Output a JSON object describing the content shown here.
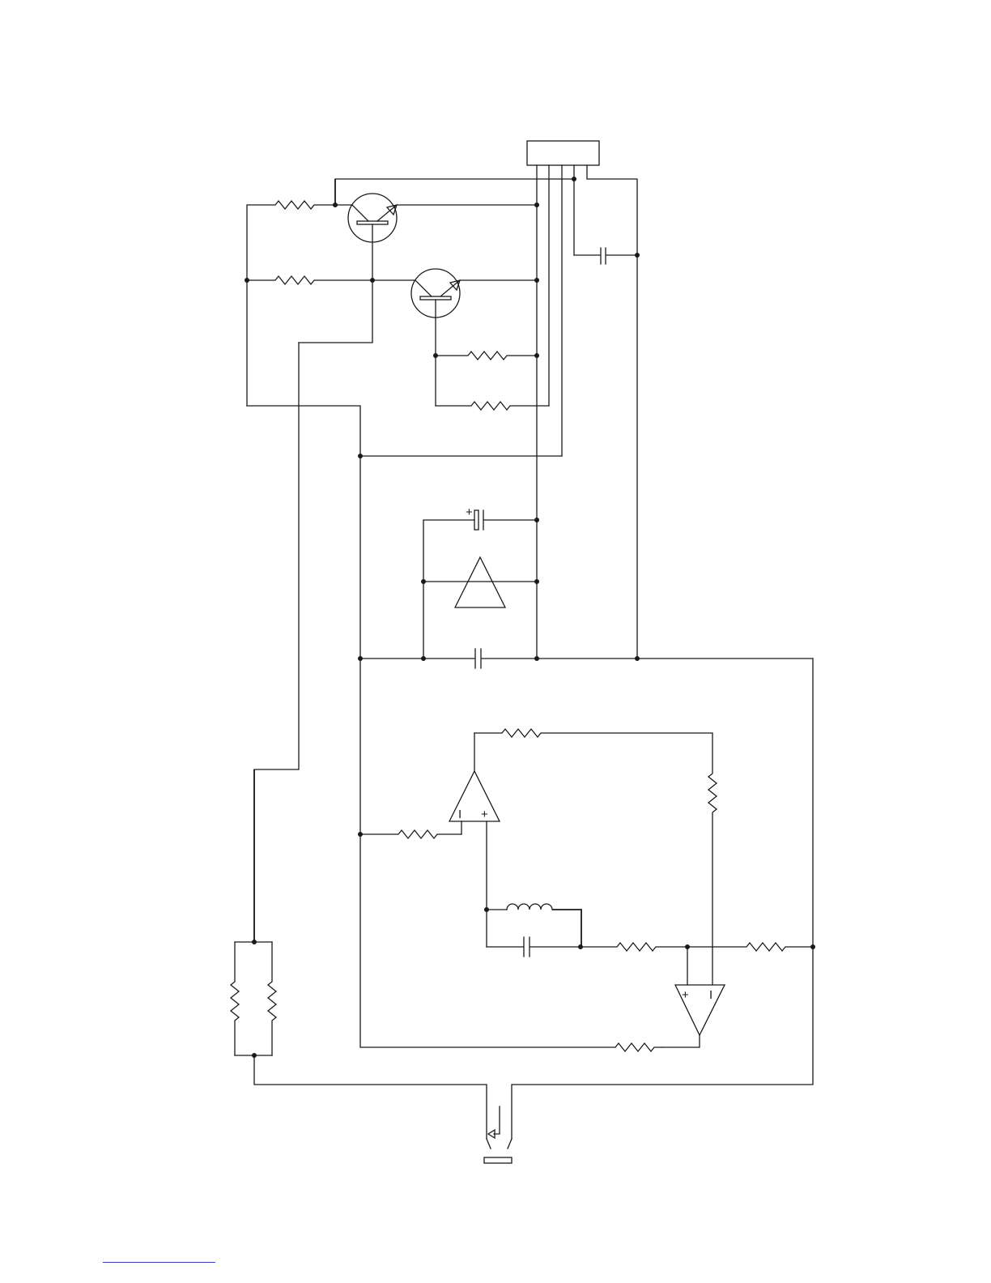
{
  "diagram": {
    "type": "circuit-schematic",
    "components": {
      "connector": 1,
      "npn_transistor": 2,
      "resistor": 14,
      "capacitor": 4,
      "electrolytic_capacitor": 1,
      "op_amp": 2,
      "diode_triangle": 1,
      "inductor": 1,
      "switch": 1
    },
    "symbol_marks": {
      "electrolytic_polarity": "+",
      "opamp1_inverting": "I",
      "opamp1_noninverting": "+",
      "opamp2_noninverting": "+",
      "opamp2_inverting": "I"
    }
  },
  "colors": {
    "wire": "#1a1a1a",
    "background": "#ffffff",
    "footer_rule": "#3a3acc"
  }
}
